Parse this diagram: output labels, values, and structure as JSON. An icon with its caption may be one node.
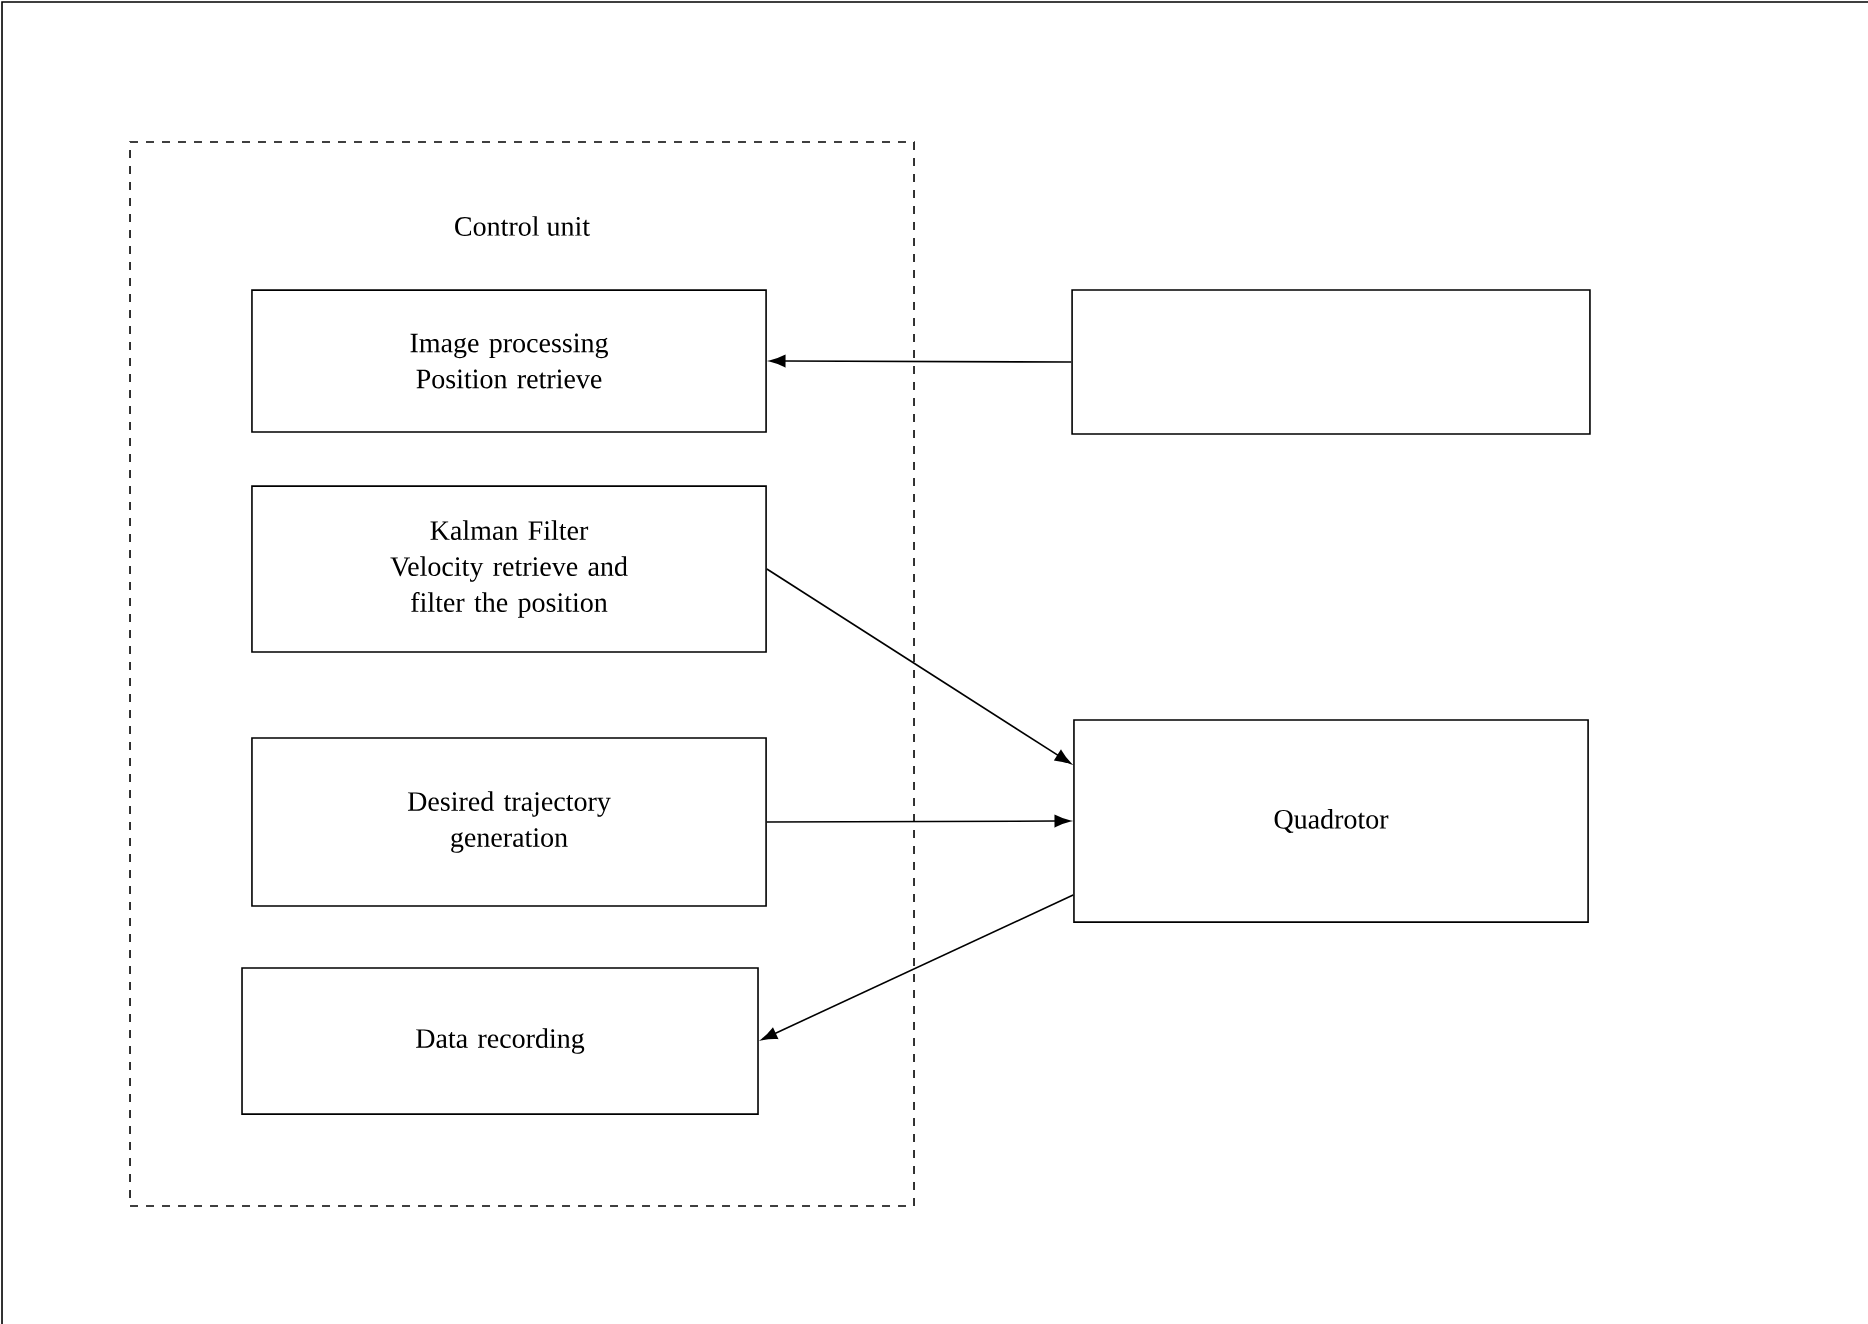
{
  "diagram": {
    "nodes": [
      {
        "text": [
          "Control unit"
        ]
      },
      {
        "text": [
          "Image processing",
          "Position retrieve"
        ],
        "in": 0
      },
      {
        "text": [
          "Kalman Filter",
          "Velocity retrieve and filter the position"
        ],
        "in": 0
      },
      {
        "text": [
          "Desired trajectory generation"
        ],
        "in": 0
      },
      {
        "text": [
          "Data recording"
        ],
        "in": 0
      },
      {
        "text": [],
        "shape": "box"
      },
      {
        "text": [
          "Quadrotor"
        ]
      }
    ],
    "edges": [
      {
        "from": 5,
        "to": 1,
        "arrow": "to"
      },
      {
        "from": 2,
        "to": 6,
        "arrow": "to"
      },
      {
        "from": 3,
        "to": 6,
        "arrow": "to"
      },
      {
        "from": 6,
        "to": 4,
        "arrow": "to"
      }
    ]
  }
}
